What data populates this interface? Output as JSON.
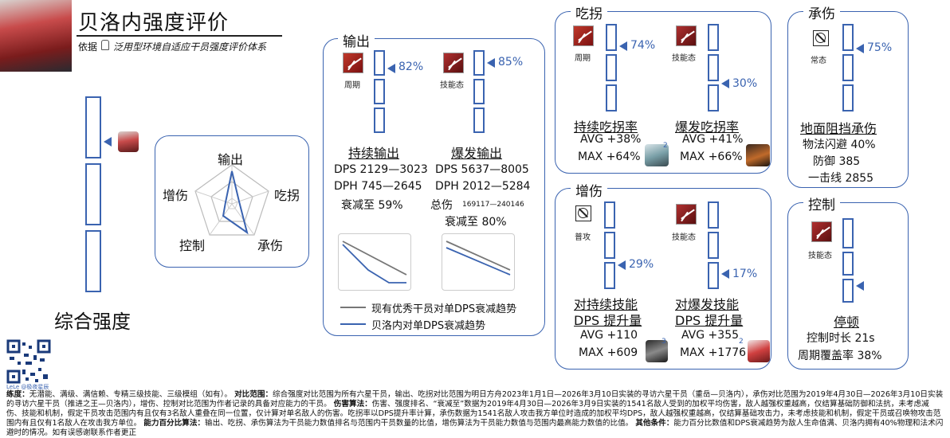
{
  "header": {
    "title": "贝洛内强度评价",
    "subtitle_prefix": "依据",
    "subtitle": "泛用型环境自适应干员强度评价体系"
  },
  "overall": {
    "label": "综合强度"
  },
  "radar": {
    "top": "输出",
    "right": "吃拐",
    "bottom_right": "承伤",
    "bottom_left": "控制",
    "left": "增伤"
  },
  "output": {
    "title": "输出",
    "left": {
      "icon_label": "周期",
      "percent": "82%",
      "heading": "持续输出",
      "lines": [
        "DPS 2129—3023",
        "DPH 745—2645",
        "衰减至 59%"
      ]
    },
    "right": {
      "icon_label": "技能态",
      "percent": "85%",
      "heading": "爆发输出",
      "lines": [
        "DPS 5637—8005",
        "DPH 2012—5284"
      ],
      "total_label": "总伤",
      "total_value": "169117—240146",
      "decay": "衰减至 80%"
    },
    "legend": {
      "gray": "现有优秀干员对单DPS衰减趋势",
      "blue": "贝洛内对单DPS衰减趋势"
    },
    "colors": {
      "gray": "#777777",
      "blue": "#3a63b0"
    }
  },
  "buff_receive": {
    "title": "吃拐",
    "left": {
      "icon_label": "周期",
      "percent": "74%",
      "heading": "持续吃拐率",
      "avg": "AVG +38%",
      "max": "MAX +64%",
      "badge": "2"
    },
    "right": {
      "icon_label": "技能态",
      "percent": "30%",
      "heading": "爆发吃拐率",
      "avg": "AVG +41%",
      "max": "MAX +66%"
    }
  },
  "tank": {
    "title": "承伤",
    "icon_label": "常态",
    "percent": "75%",
    "heading": "地面阻挡承伤",
    "lines": [
      "物法闪避 40%",
      "防御 385",
      "一击线 2855"
    ]
  },
  "amp": {
    "title": "增伤",
    "left": {
      "icon_label": "普攻",
      "percent": "29%",
      "heading1": "对持续技能",
      "heading2": "DPS 提升量",
      "avg": "AVG +110",
      "max": "MAX +609",
      "badge": "3"
    },
    "right": {
      "icon_label": "技能态",
      "percent": "17%",
      "heading1": "对爆发技能",
      "heading2": "DPS 提升量",
      "avg": "AVG +355",
      "max": "MAX +1776",
      "badge": "2"
    }
  },
  "control": {
    "title": "控制",
    "icon_label": "技能态",
    "heading": "停顿",
    "lines": [
      "控制时长 21s",
      "周期覆盖率 38%"
    ]
  },
  "qr": {
    "caption": "LeLe @极夜星辰"
  },
  "footer": {
    "k1": "练度：",
    "t1": "无潜能、满级、满信赖、专精三级技能、三级模组（如有）。",
    "k2": "对比范围：",
    "t2": "综合强度对比范围为所有六星干员，输出、吃拐对比范围为明日方舟2023年1月1日—2026年3月10日实装的寻访六星干员（重岳—贝洛内），承伤对比范围为2019年4月30日—2026年3月10日实装的寻访六星干员（推进之王—贝洛内），增伤、控制对比范围为作者记录的具备对应能力的干员。",
    "k3": "伤害算法：",
    "t3": "伤害、强度排名、“衰减至”数据为2019年4月30日—2026年3月9日实装的1541名敌人受到的加权平均伤害，敌人越强权重越高，仅结算基础防御和法抗，未考虑减伤、技能和机制，假定干员攻击范围内有且仅有3名敌人重叠在同一位置，仅计算对单名敌人的伤害。吃拐率以DPS提升率计算，承伤数据为1541名敌人攻击我方单位时造成的加权平均DPS，敌人越强权重越高，仅结算基础攻击力，未考虑技能和机制，假定干员或召唤物攻击范围内有且仅有1名敌人在攻击我方单位。",
    "k4": "能力百分比算法：",
    "t4": "输出、吃拐、承伤算法为干员能力数值排名与范围内干员数量的比值，增伤算法为干员能力数值与范围内最高能力数值的比值。",
    "k5": "其他条件：",
    "t5": "能力百分比数值和DPS衰减趋势为敌人生命值满、贝洛内拥有40%物理和法术闪避时的情况。如有误感谢联系作者更正"
  }
}
